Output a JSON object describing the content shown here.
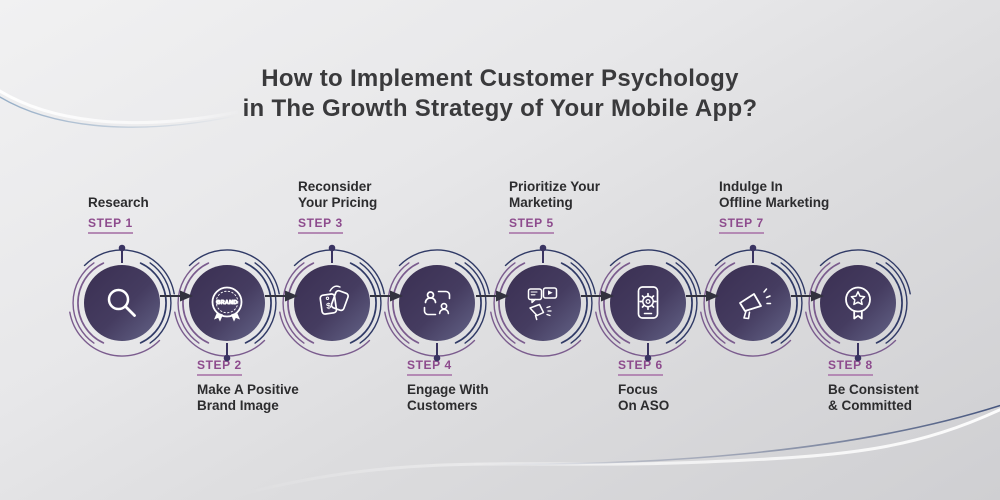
{
  "title": {
    "lines": [
      "How to Implement Customer Psychology",
      "in The Growth Strategy of Your Mobile App?"
    ]
  },
  "steps": [
    {
      "step_label": "STEP 1",
      "title_lines": [
        "Research"
      ],
      "position": "top",
      "icon": "search-icon"
    },
    {
      "step_label": "STEP 2",
      "title_lines": [
        "Make A Positive",
        "Brand Image"
      ],
      "position": "bottom",
      "icon": "brand-badge-icon"
    },
    {
      "step_label": "STEP 3",
      "title_lines": [
        "Reconsider",
        "Your Pricing"
      ],
      "position": "top",
      "icon": "price-tags-icon"
    },
    {
      "step_label": "STEP 4",
      "title_lines": [
        "Engage With",
        "Customers"
      ],
      "position": "bottom",
      "icon": "customers-exchange-icon"
    },
    {
      "step_label": "STEP 5",
      "title_lines": [
        "Prioritize Your",
        "Marketing"
      ],
      "position": "top",
      "icon": "media-marketing-icon"
    },
    {
      "step_label": "STEP 6",
      "title_lines": [
        "Focus",
        "On ASO"
      ],
      "position": "bottom",
      "icon": "phone-gear-icon"
    },
    {
      "step_label": "STEP 7",
      "title_lines": [
        "Indulge In",
        "Offline Marketing"
      ],
      "position": "top",
      "icon": "megaphone-icon"
    },
    {
      "step_label": "STEP 8",
      "title_lines": [
        "Be Consistent",
        "& Committed"
      ],
      "position": "bottom",
      "icon": "award-badge-icon"
    }
  ],
  "badge_text": "BRAND",
  "colors": {
    "title": "#3a3a3c",
    "heading": "#2c2c2e",
    "step_label": "#8d4b8d",
    "step_underline": "#b48ab4",
    "arc_purple": "#7b5c8e",
    "arc_navy": "#303a66",
    "stem": "#3a3462",
    "connector": "#32323e",
    "circle_dark": "#3a2f52",
    "circle_light": "#646488"
  }
}
